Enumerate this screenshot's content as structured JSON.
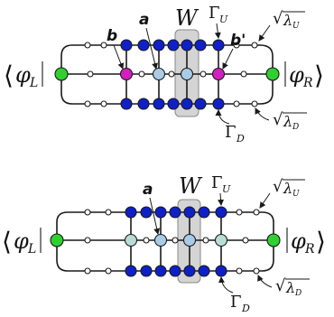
{
  "colors": {
    "tensor_dark": "#1020c8",
    "tensor_light": "#a9cbe8",
    "tensor_pale": "#b8ddd6",
    "boundary": "#30d030",
    "modified": "#d020c0",
    "bond": "#ffffff",
    "window": "#d4d4d4"
  },
  "top": {
    "label_b": "b",
    "label_a": "a",
    "label_W": "W",
    "label_b_prime": "b'",
    "gamma_U": "Γ",
    "gamma_U_sub": "U",
    "gamma_D": "Γ",
    "gamma_D_sub": "D",
    "lambda_U": "λ",
    "lambda_U_sub": "U",
    "lambda_D": "λ",
    "lambda_D_sub": "D",
    "bra_phi": "φ",
    "bra_sub": "L",
    "ket_phi": "φ",
    "ket_sub": "R"
  },
  "bottom": {
    "label_a": "a",
    "label_W": "W",
    "gamma_U": "Γ",
    "gamma_U_sub": "U",
    "gamma_D": "Γ",
    "gamma_D_sub": "D",
    "lambda_U": "λ",
    "lambda_U_sub": "U",
    "lambda_D": "λ",
    "lambda_D_sub": "D",
    "bra_phi": "φ",
    "bra_sub": "L",
    "ket_phi": "φ",
    "ket_sub": "R"
  }
}
